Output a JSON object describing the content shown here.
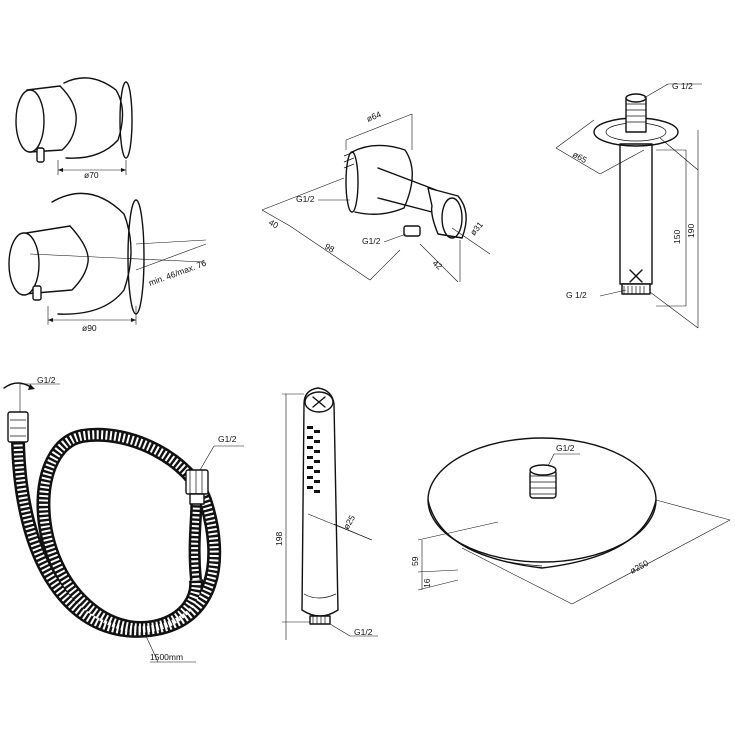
{
  "labels": {
    "mixer_d70": "ø70",
    "mixer_d90": "ø90",
    "mixer_depth": "min. 46/max. 76",
    "wall_d64": "ø64",
    "wall_g12_a": "G1/2",
    "wall_g12_b": "G1/2",
    "wall_40": "40",
    "wall_98": "98",
    "wall_42": "42",
    "wall_d31": "ø31",
    "arm_g12_top": "G 1/2",
    "arm_g12_bottom": "G 1/2",
    "arm_d65": "ø65",
    "arm_150": "150",
    "arm_190": "190",
    "hose_g12_left": "G1/2",
    "hose_g12_right": "G1/2",
    "hose_length": "1500mm",
    "hand_198": "198",
    "hand_d25": "ø25",
    "hand_g12": "G1/2",
    "head_g12": "G1/2",
    "head_d250": "ø250",
    "head_59": "59",
    "head_16": "16"
  }
}
